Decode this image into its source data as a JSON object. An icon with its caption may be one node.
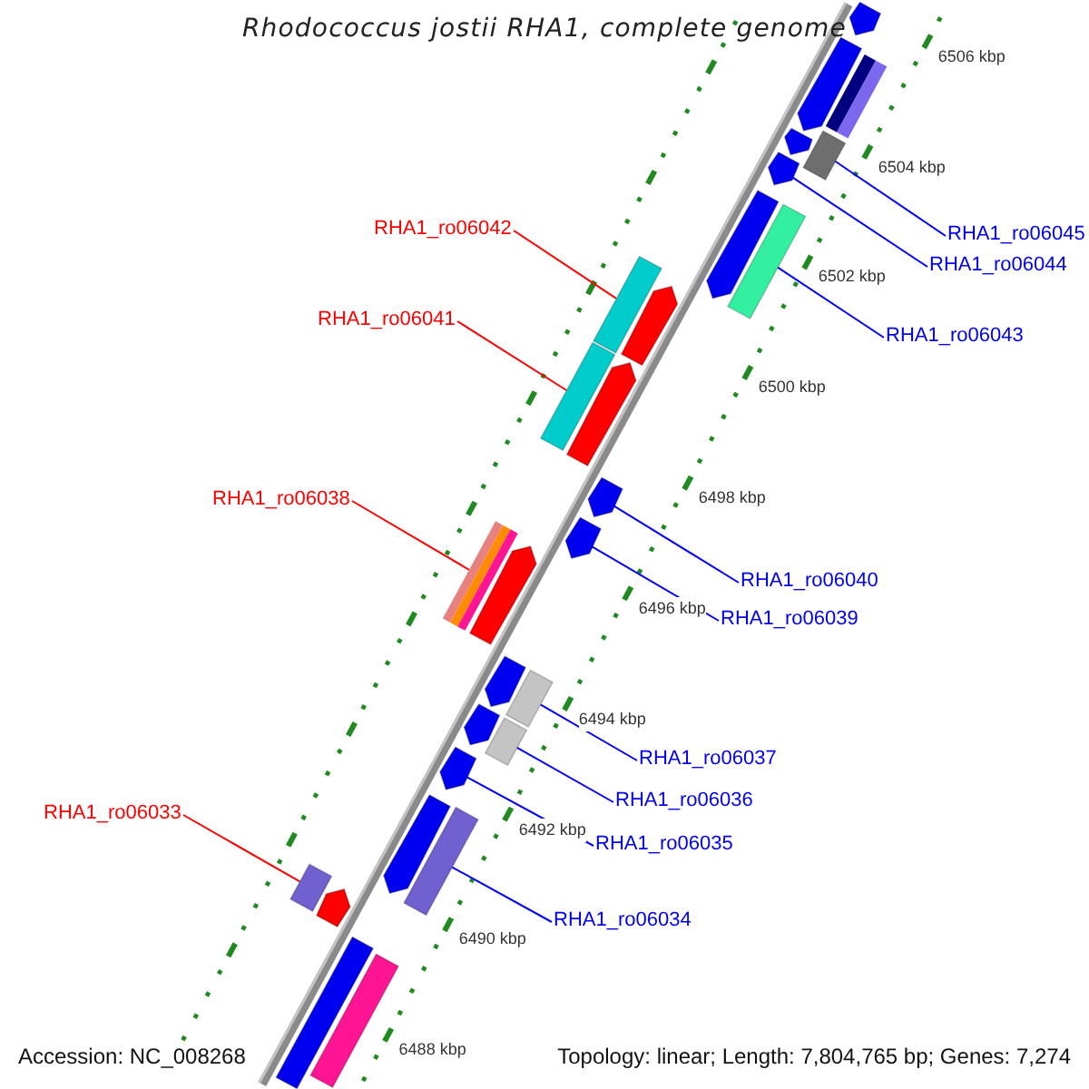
{
  "diagram": {
    "title": "Rhodococcus jostii RHA1, complete genome",
    "nodes": [
      {
        "text": [
          "RHA1_ro06045"
        ]
      },
      {
        "text": [],
        "shape": "bar"
      },
      {
        "text": [
          "RHA1_ro06044"
        ]
      },
      {
        "text": [],
        "shape": "arrow"
      },
      {
        "text": [
          "RHA1_ro06042"
        ]
      },
      {
        "text": [],
        "shape": "bar"
      },
      {
        "text": [
          "RHA1_ro06043"
        ]
      },
      {
        "text": [],
        "shape": "bar"
      },
      {
        "text": [
          "RHA1_ro06041"
        ]
      },
      {
        "text": [],
        "shape": "bar"
      },
      {
        "text": [
          "RHA1_ro06040"
        ]
      },
      {
        "text": [],
        "shape": "arrow"
      },
      {
        "text": [
          "RHA1_ro06039"
        ]
      },
      {
        "text": [],
        "shape": "arrow"
      },
      {
        "text": [
          "RHA1_ro06038"
        ]
      },
      {
        "text": [],
        "shape": "bar"
      },
      {
        "text": [
          "RHA1_ro06037"
        ]
      },
      {
        "text": [],
        "shape": "bar"
      },
      {
        "text": [
          "RHA1_ro06036"
        ]
      },
      {
        "text": [],
        "shape": "bar"
      },
      {
        "text": [
          "RHA1_ro06035"
        ]
      },
      {
        "text": [],
        "shape": "arrow"
      },
      {
        "text": [
          "RHA1_ro06033"
        ]
      },
      {
        "text": [],
        "shape": "bar"
      },
      {
        "text": [
          "RHA1_ro06034"
        ]
      },
      {
        "text": [],
        "shape": "bar"
      },
      {
        "text": [],
        "shape": "arrow"
      },
      {
        "text": [],
        "shape": "arrow"
      },
      {
        "text": [],
        "shape": "arrow"
      },
      {
        "text": [],
        "shape": "arrow"
      },
      {
        "text": [],
        "shape": "arrow"
      },
      {
        "text": [],
        "shape": "arrow"
      },
      {
        "text": [],
        "shape": "arrow"
      },
      {
        "text": [],
        "shape": "arrow"
      },
      {
        "text": [],
        "shape": "bar"
      },
      {
        "text": [],
        "shape": "bar"
      },
      {
        "text": [],
        "shape": "arrow"
      },
      {
        "text": [],
        "shape": "arrow"
      },
      {
        "text": [],
        "shape": "arrow"
      },
      {
        "text": [],
        "shape": "arrow"
      }
    ],
    "edges": [
      {
        "from": 0,
        "to": 1,
        "arrow": "none"
      },
      {
        "from": 2,
        "to": 3,
        "arrow": "none"
      },
      {
        "from": 4,
        "to": 5,
        "arrow": "none",
        "color": "#ff0000"
      },
      {
        "from": 6,
        "to": 7,
        "arrow": "none"
      },
      {
        "from": 8,
        "to": 9,
        "arrow": "none",
        "color": "#ff0000"
      },
      {
        "from": 10,
        "to": 11,
        "arrow": "none"
      },
      {
        "from": 12,
        "to": 13,
        "arrow": "none"
      },
      {
        "from": 14,
        "to": 15,
        "arrow": "none",
        "color": "#ff0000"
      },
      {
        "from": 16,
        "to": 17,
        "arrow": "none"
      },
      {
        "from": 18,
        "to": 19,
        "arrow": "none"
      },
      {
        "from": 20,
        "to": 21,
        "arrow": "none"
      },
      {
        "from": 22,
        "to": 23,
        "arrow": "none",
        "color": "#ff0000"
      },
      {
        "from": 24,
        "to": 25,
        "arrow": "none"
      }
    ],
    "labels": [
      "6506 kbp",
      "6504 kbp",
      "6502 kbp",
      "6500 kbp",
      "6498 kbp",
      "6496 kbp",
      "6494 kbp",
      "6492 kbp",
      "6490 kbp",
      "6488 kbp",
      "Accession: NC_008268",
      "Topology: linear; Length: 7,804,765 bp; Genes: 7,274"
    ]
  }
}
